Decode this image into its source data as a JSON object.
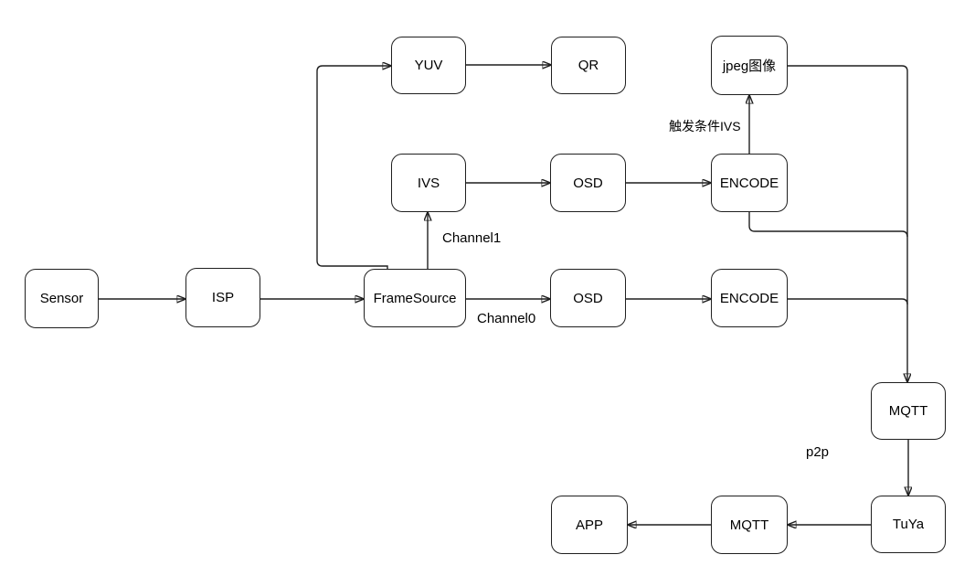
{
  "diagram": {
    "title": "video pipeline flowchart",
    "colors": {
      "background": "#ffffff",
      "line": "#1f1f1f",
      "box_fill": "#ffffff",
      "box_border": "#1f1f1f",
      "text": "#000000"
    },
    "nodes": {
      "sensor": {
        "label": "Sensor"
      },
      "isp": {
        "label": "ISP"
      },
      "framesource": {
        "label": "FrameSource"
      },
      "yuv": {
        "label": "YUV"
      },
      "qr": {
        "label": "QR"
      },
      "jpeg_image": {
        "label": "jpeg图像"
      },
      "ivs": {
        "label": "IVS"
      },
      "osd_channel1": {
        "label": "OSD"
      },
      "encode_channel1": {
        "label": "ENCODE"
      },
      "osd_channel0": {
        "label": "OSD"
      },
      "encode_channel0": {
        "label": "ENCODE"
      },
      "mqtt_cloud": {
        "label": "MQTT"
      },
      "tuya": {
        "label": "TuYa"
      },
      "mqtt_app": {
        "label": "MQTT"
      },
      "app": {
        "label": "APP"
      }
    },
    "edge_labels": {
      "channel1": "Channel1",
      "channel0": "Channel0",
      "trigger_condition": "触发条件IVS",
      "p2p": "p2p"
    },
    "edges": [
      {
        "from": "Sensor",
        "to": "ISP"
      },
      {
        "from": "ISP",
        "to": "FrameSource"
      },
      {
        "from": "FrameSource",
        "to": "YUV"
      },
      {
        "from": "YUV",
        "to": "QR"
      },
      {
        "from": "FrameSource",
        "to": "IVS",
        "label": "Channel1"
      },
      {
        "from": "IVS",
        "to": "OSD"
      },
      {
        "from": "OSD",
        "to": "ENCODE"
      },
      {
        "from": "ENCODE",
        "to": "jpeg图像",
        "label": "触发条件IVS"
      },
      {
        "from": "FrameSource",
        "to": "OSD",
        "label": "Channel0"
      },
      {
        "from": "OSD",
        "to": "ENCODE"
      },
      {
        "from": "jpeg图像",
        "to": "MQTT"
      },
      {
        "from": "ENCODE (channel1)",
        "to": "MQTT"
      },
      {
        "from": "ENCODE (channel0)",
        "to": "MQTT"
      },
      {
        "from": "MQTT",
        "to": "TuYa",
        "label": "p2p"
      },
      {
        "from": "TuYa",
        "to": "MQTT"
      },
      {
        "from": "MQTT",
        "to": "APP"
      }
    ]
  }
}
